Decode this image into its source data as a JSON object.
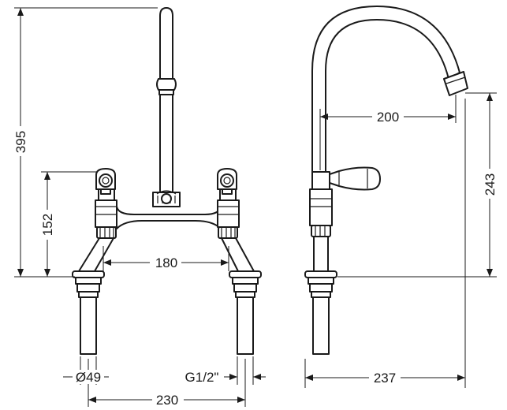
{
  "dimensions": {
    "overall_height": "395",
    "handle_height": "152",
    "inner_centres": "180",
    "outer_centres": "230",
    "base_diameter": "Ø49",
    "thread_size": "G1/2\"",
    "spout_reach": "200",
    "spout_height": "243",
    "overall_depth": "237"
  }
}
